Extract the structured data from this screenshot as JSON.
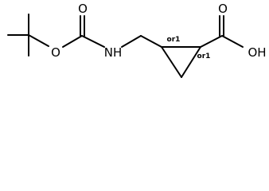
{
  "atoms": {
    "O_carbonyl_boc": "O",
    "O_ester_boc": "O",
    "N_amide": "NH",
    "O_carbonyl_acid": "O",
    "OH_acid": "OH"
  },
  "stereo": {
    "c1": "or1",
    "c2": "or1"
  }
}
